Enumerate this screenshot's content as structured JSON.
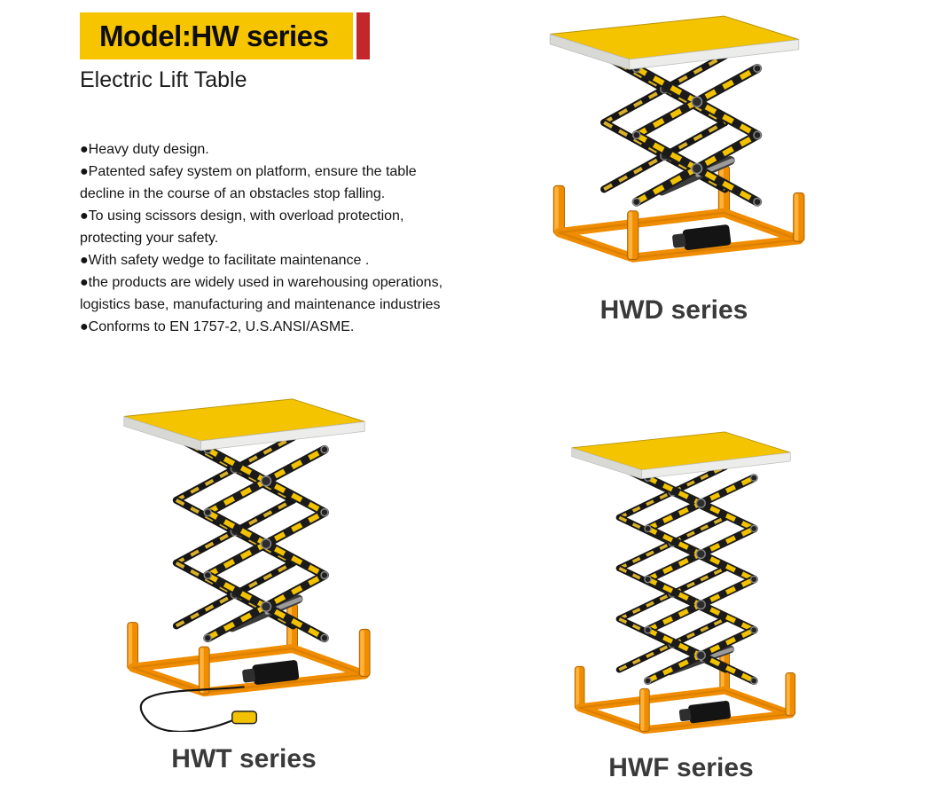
{
  "banner": {
    "title": "Model:HW series"
  },
  "subtitle": "Electric Lift Table",
  "features": [
    "●Heavy duty design.",
    "●Patented safey system on platform, ensure the table decline in the course of an obstacles stop falling.",
    "●To using scissors design, with overload protection, protecting your safety.",
    "●With safety wedge to facilitate maintenance .",
    "●the products are widely used in warehousing operations, logistics base, manufacturing and maintenance industries",
    "●Conforms to EN 1757-2, U.S.ANSI/ASME."
  ],
  "products": [
    {
      "label": "HWD series",
      "scissor_levels": 2,
      "has_pendant": false
    },
    {
      "label": "HWT series",
      "scissor_levels": 3,
      "has_pendant": true
    },
    {
      "label": "HWF series",
      "scissor_levels": 4,
      "has_pendant": false
    }
  ],
  "colors": {
    "banner_yellow": "#f7c500",
    "accent_red": "#c4272b",
    "platform_yellow": "#f4c400",
    "frame_orange": "#ef8c00",
    "stripe_yellow": "#f2c200",
    "label_gray": "#3a3a3a"
  }
}
